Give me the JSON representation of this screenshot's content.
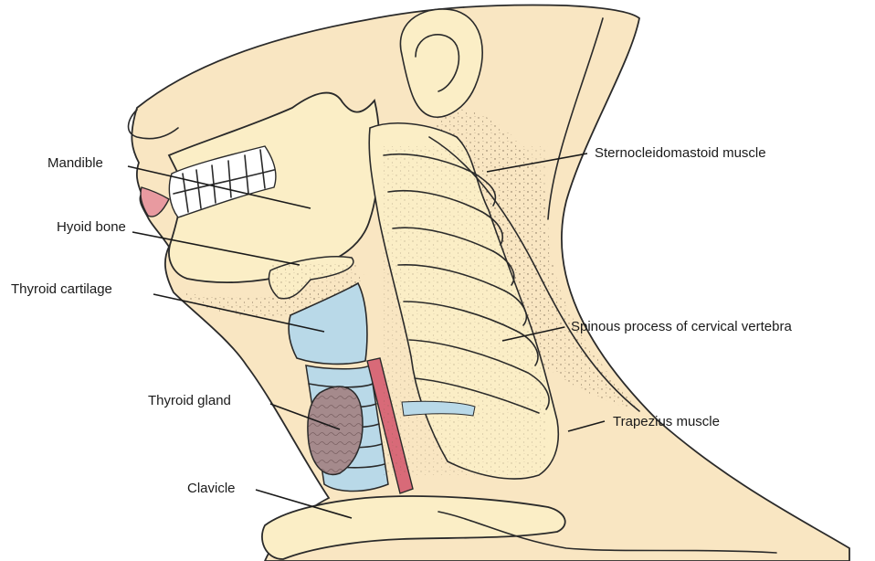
{
  "colors": {
    "background": "#ffffff",
    "skin": "#f9e6c2",
    "bone": "#fbeec6",
    "cartilage": "#b9d9e8",
    "gland": "#a58a8c",
    "esophagus": "#d86a78",
    "lips": "#e89aa0",
    "ink": "#1a1a1a"
  },
  "labels": {
    "mandible": "Mandible",
    "hyoid_bone": "Hyoid bone",
    "thyroid_cartilage": "Thyroid cartilage",
    "thyroid_gland": "Thyroid gland",
    "clavicle": "Clavicle",
    "sternocleidomastoid": "Sternocleidomastoid muscle",
    "spinous_process": "Spinous process of cervical vertebra",
    "trapezius": "Trapezius muscle"
  }
}
